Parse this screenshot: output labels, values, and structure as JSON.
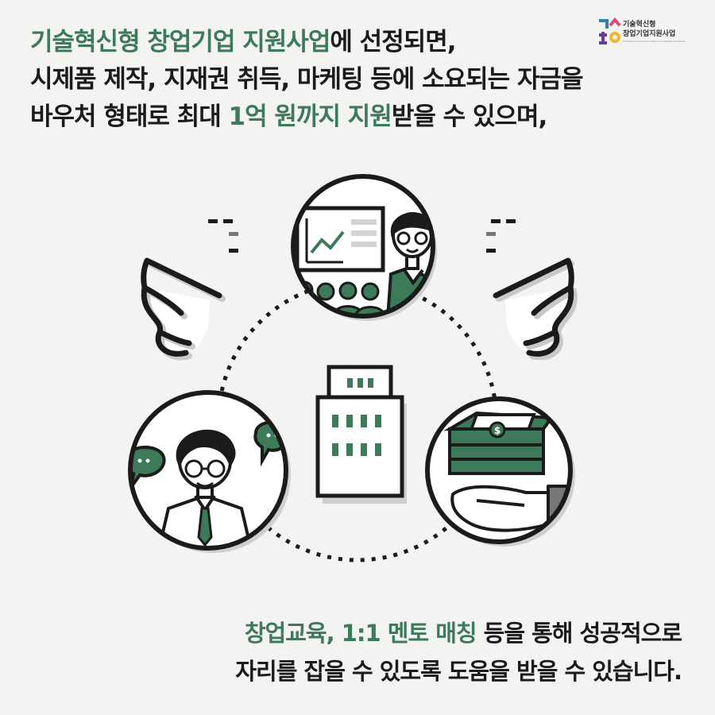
{
  "headline": {
    "line1_green": "기술혁신형 창업기업 지원사업",
    "line1_rest": "에 선정되면,",
    "line2": "시제품 제작,  지재권 취득, 마케팅 등에 소요되는 자금을",
    "line3_pre": "바우처 형태로 최대 ",
    "line3_green": "1억 원까지 지원",
    "line3_post": "받을 수 있으며,"
  },
  "logo": {
    "line1": "기술혁신형",
    "line2": "창업기업지원사업",
    "sub": "TECHNOLOGY-DRIVEN START-UP SUPPORT PROGRAM"
  },
  "illustration": {
    "money_symbol": "$",
    "icons": [
      "wing-icon",
      "presentation-icon",
      "mentor-icon",
      "building-icon",
      "money-icon"
    ],
    "colors": {
      "green": "#3d7a5a",
      "dark": "#1b1b1b",
      "background": "#f3f3f1"
    }
  },
  "footer": {
    "line1_green": "창업교육, 1:1 멘토 매칭",
    "line1_rest": " 등을 통해 성공적으로",
    "line2": "자리를 잡을 수 있도록 도움을 받을 수 있습니다."
  }
}
